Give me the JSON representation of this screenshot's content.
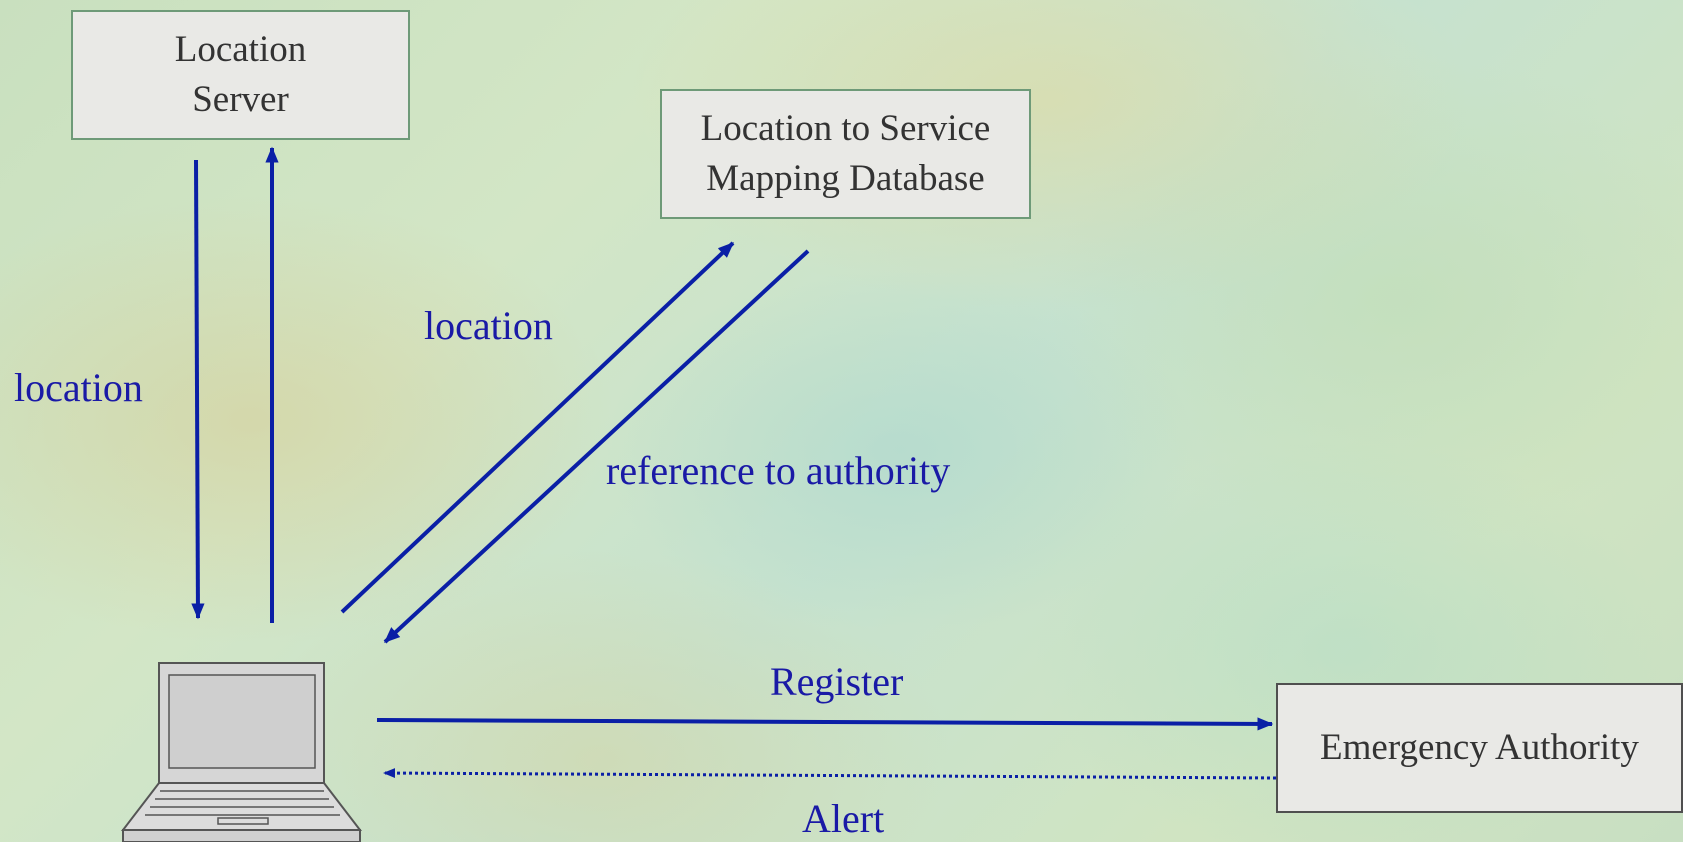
{
  "nodes": {
    "location_server": "Location\nServer",
    "lost_db": "Location to Service\n Mapping Database",
    "emergency_authority": "Emergency Authority"
  },
  "edge_labels": {
    "location_left": "location",
    "location_mid": "location",
    "reference": "reference to authority",
    "register": "Register",
    "alert": "Alert"
  },
  "device_icon": "laptop-icon",
  "colors": {
    "arrow": "#0a1fa6",
    "label": "#1a1aa6",
    "box_fill": "#e9e9e6",
    "box_border": "#6e9a78"
  }
}
